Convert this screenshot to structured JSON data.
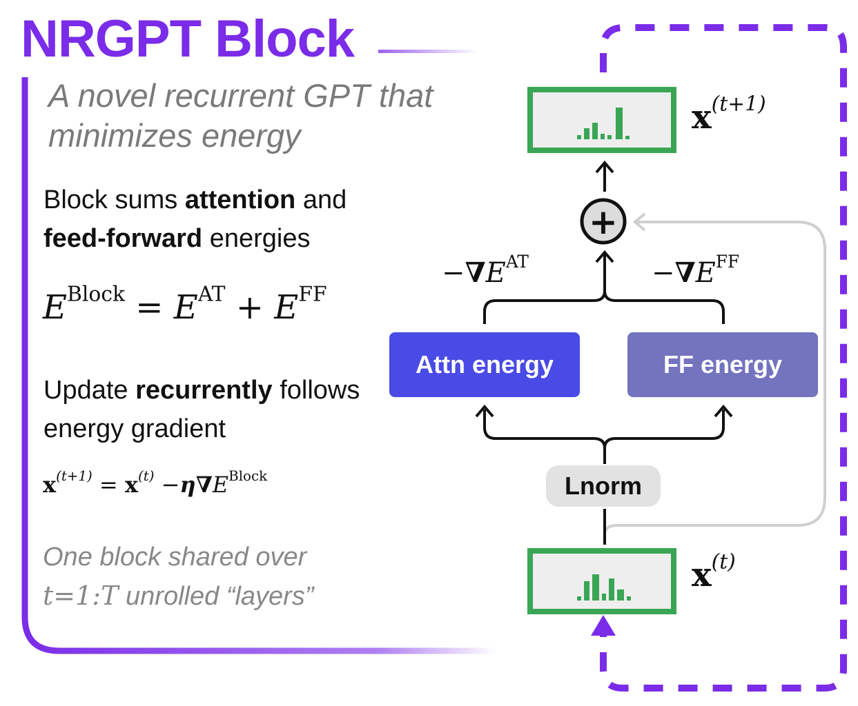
{
  "header": {
    "title": "NRGPT Block",
    "subtitle": "A novel recurrent GPT that minimizes energy"
  },
  "body": {
    "p1_a": "Block sums ",
    "p1_b": "attention",
    "p1_c": " and ",
    "p1_d": "feed-forward",
    "p1_e": " energies",
    "p2_a": "Update ",
    "p2_b": "recurrently",
    "p2_c": " follows energy gradient",
    "note_a": "One block shared over",
    "note_b": "t",
    "note_c": "=",
    "note_d": "1:",
    "note_e": "T",
    "note_f": " unrolled “layers”"
  },
  "equations": {
    "e": "E",
    "block": "Block",
    "at": "AT",
    "ff": "FF",
    "equals": "=",
    "plus": "+",
    "minus": "−",
    "nabla": "∇",
    "eta": "η",
    "x": "x",
    "t": "(t)",
    "t1": "(t+1)"
  },
  "diagram": {
    "attn_label": "Attn energy",
    "ff_label": "FF energy",
    "lnorm_label": "Lnorm",
    "sum_symbol": "+"
  },
  "colors": {
    "title": "#7a2ce8",
    "attn": "#4a4ae6",
    "ff": "#7373be",
    "token_border": "#3aa655",
    "loop": "#7a2ce8"
  }
}
